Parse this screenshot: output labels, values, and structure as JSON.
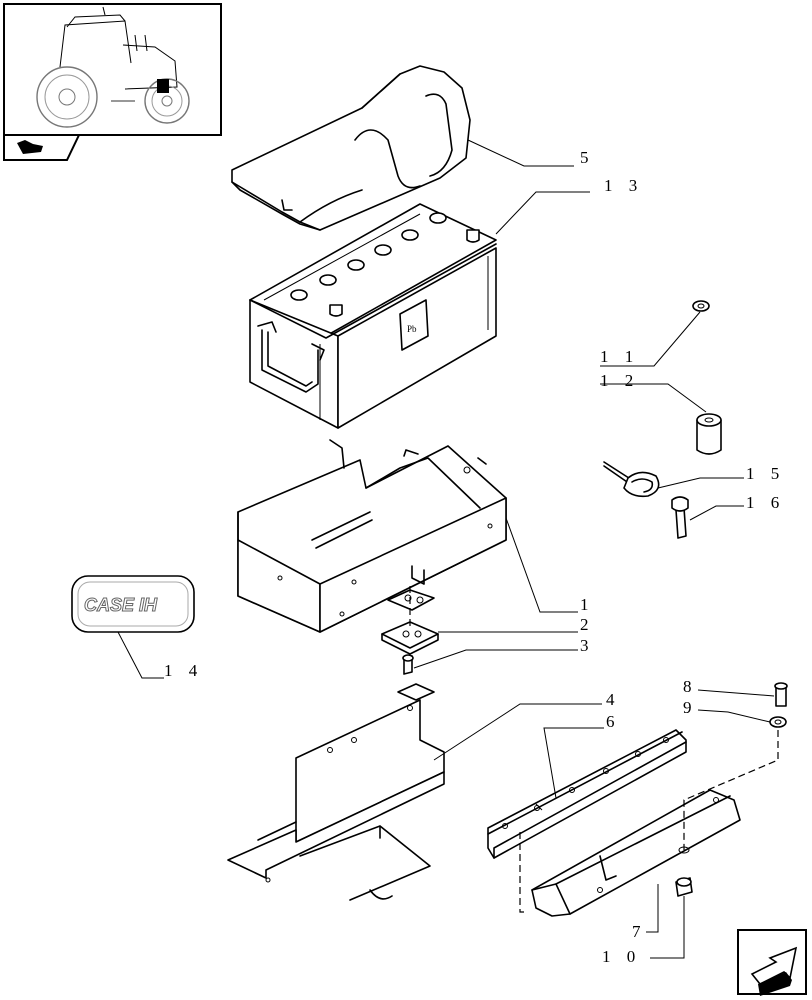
{
  "callouts": [
    {
      "id": "5",
      "text": "5"
    },
    {
      "id": "13",
      "text": "1 3"
    },
    {
      "id": "11",
      "text": "1 1"
    },
    {
      "id": "12",
      "text": "1 2"
    },
    {
      "id": "15",
      "text": "1 5"
    },
    {
      "id": "16",
      "text": "1 6"
    },
    {
      "id": "1",
      "text": "1"
    },
    {
      "id": "2",
      "text": "2"
    },
    {
      "id": "3",
      "text": "3"
    },
    {
      "id": "14",
      "text": "1 4"
    },
    {
      "id": "4",
      "text": "4"
    },
    {
      "id": "6",
      "text": "6"
    },
    {
      "id": "8",
      "text": "8"
    },
    {
      "id": "9",
      "text": "9"
    },
    {
      "id": "7",
      "text": "7"
    },
    {
      "id": "10",
      "text": "1 0"
    }
  ],
  "logo": {
    "text": "CASE IH"
  },
  "battery_mark": {
    "text": "Pb"
  }
}
